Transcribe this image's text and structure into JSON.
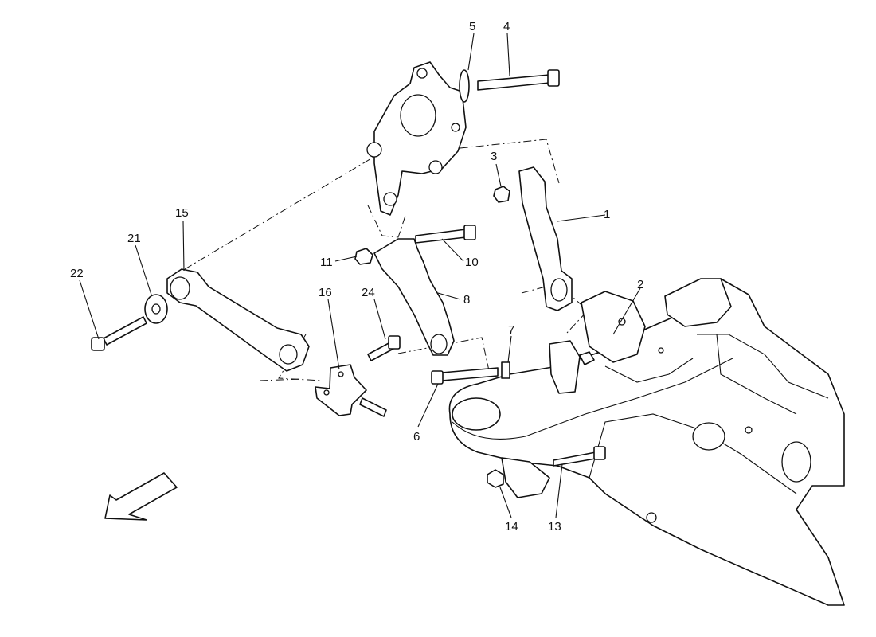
{
  "callouts": [
    {
      "id": "1",
      "label": "1"
    },
    {
      "id": "2",
      "label": "2"
    },
    {
      "id": "3",
      "label": "3"
    },
    {
      "id": "4",
      "label": "4"
    },
    {
      "id": "5",
      "label": "5"
    },
    {
      "id": "6",
      "label": "6"
    },
    {
      "id": "7",
      "label": "7"
    },
    {
      "id": "8",
      "label": "8"
    },
    {
      "id": "10",
      "label": "10"
    },
    {
      "id": "11",
      "label": "11"
    },
    {
      "id": "13",
      "label": "13"
    },
    {
      "id": "14",
      "label": "14"
    },
    {
      "id": "15",
      "label": "15"
    },
    {
      "id": "16",
      "label": "16"
    },
    {
      "id": "21",
      "label": "21"
    },
    {
      "id": "22",
      "label": "22"
    },
    {
      "id": "24",
      "label": "24"
    }
  ],
  "direction_arrow": {
    "icon": "direction-arrow-icon"
  }
}
